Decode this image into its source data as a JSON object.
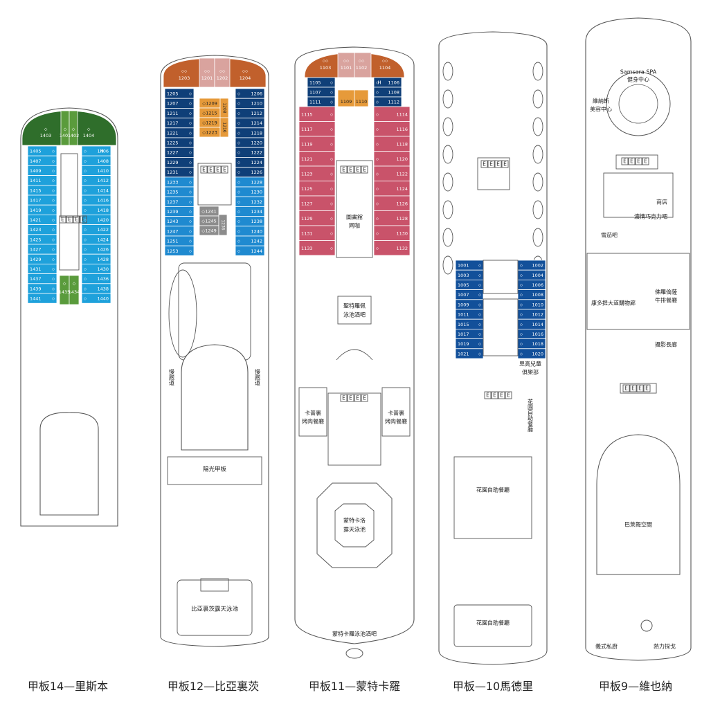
{
  "colors": {
    "lisbon_cabin": "#1ea1db",
    "lisbon_suite_dark": "#2f6e2b",
    "lisbon_suite_light": "#5a9b3c",
    "bilbao_cabin": "#1f8ad0",
    "bilbao_dark": "#0f3f78",
    "bilbao_orange": "#e69a3a",
    "bilbao_suite_brown": "#c1602c",
    "bilbao_suite_pink": "#d9a39e",
    "bilbao_grey": "#8c8c8c",
    "monte_red": "#c9536a",
    "monte_navy": "#0f3f78",
    "madrid_navy": "#12509a",
    "outline": "#555555"
  },
  "icons": [
    "elevator-icon",
    "cabin-bed-icon",
    "accessible-cabin-icon"
  ],
  "decks": [
    {
      "caption": "甲板14—里斯本",
      "suites": [
        "1403",
        "1401",
        "1402",
        "1404"
      ],
      "left_cabins": [
        "1405",
        "1407",
        "1409",
        "1411",
        "1415",
        "1417",
        "1419",
        "1421",
        "1423",
        "1425",
        "1427",
        "1429",
        "1431",
        "1437",
        "1439",
        "1441"
      ],
      "right_cabins": [
        "1406",
        "1408",
        "1410",
        "1412",
        "1414",
        "1416",
        "1418",
        "1420",
        "1422",
        "1424",
        "1426",
        "1428",
        "1430",
        "1436",
        "1438",
        "1440"
      ],
      "center_cabins": [
        "1435",
        "1434"
      ],
      "elevator_label": "E",
      "accessible_label": "H",
      "venues": []
    },
    {
      "caption": "甲板12—比亞裏茨",
      "suites": [
        "1203",
        "1201",
        "1202",
        "1204"
      ],
      "left_cabins": [
        "1205",
        "1207",
        "1211",
        "1217",
        "1221",
        "1225",
        "1227",
        "1229",
        "1231",
        "1233",
        "1235",
        "1237",
        "1239",
        "1243",
        "1247",
        "1251",
        "1253"
      ],
      "right_cabins": [
        "1206",
        "1210",
        "1212",
        "1214",
        "1218",
        "1220",
        "1222",
        "1224",
        "1226",
        "1228",
        "1230",
        "1232",
        "1234",
        "1238",
        "1240",
        "1242",
        "1244"
      ],
      "inner_orange": [
        "1209",
        "1215",
        "1219",
        "1223"
      ],
      "inner_orange_side": [
        "1208",
        "1216"
      ],
      "inner_grey": [
        "1241",
        "1245",
        "1249"
      ],
      "inner_grey_side": "1236",
      "elevator_label": "E",
      "venues": [
        "慢跑道",
        "慢跑道",
        "陽光甲板",
        "比亞裏茨露天泳池"
      ]
    },
    {
      "caption": "甲板11—蒙特卡羅",
      "suites": [
        "1103",
        "1101",
        "1102",
        "1104"
      ],
      "left_top": [
        "1105",
        "1107",
        "1111"
      ],
      "right_top": [
        "1106",
        "1108",
        "1112"
      ],
      "inner_orange": [
        "1109",
        "1110"
      ],
      "left_cabins": [
        "1115",
        "1117",
        "1119",
        "1121",
        "1123",
        "1125",
        "1127",
        "1129",
        "1131",
        "1133"
      ],
      "right_cabins": [
        "1114",
        "1116",
        "1118",
        "1120",
        "1122",
        "1124",
        "1126",
        "1128",
        "1130",
        "1132"
      ],
      "elevator_label": "E",
      "accessible_label": "H",
      "venues": [
        "圖書館",
        "网咖",
        "聖特羅佩",
        "泳池酒吧",
        "卡普裏",
        "烤肉餐廳",
        "卡普裏",
        "烤肉餐廳",
        "蒙特卡洛",
        "露天泳池",
        "蒙特卡羅泳池酒吧"
      ]
    },
    {
      "caption": "甲板—10馬德里",
      "left_cabins": [
        "1001",
        "1003",
        "1005",
        "1007",
        "1009",
        "1011",
        "1015",
        "1017",
        "1019",
        "1021"
      ],
      "right_cabins": [
        "1002",
        "1004",
        "1006",
        "1008",
        "1010",
        "1012",
        "1014",
        "1016",
        "1018",
        "1020"
      ],
      "elevator_label": "E",
      "venues": [
        "思高兒童",
        "俱樂部",
        "花園自助餐廳",
        "花園自助餐廳",
        "花園自助餐廳"
      ]
    },
    {
      "caption": "甲板9—維也納",
      "elevator_label": "E",
      "venues": [
        "Samsara SPA",
        "健身中心",
        "維納斯",
        "美容中心",
        "商店",
        "濃情巧克力吧",
        "雪茄吧",
        "佛羅倫薩",
        "牛排餐廳",
        "康多提大道購物廊",
        "攝影長廊",
        "巴萊舞空間",
        "義式私廚",
        "熱力探戈"
      ]
    }
  ]
}
